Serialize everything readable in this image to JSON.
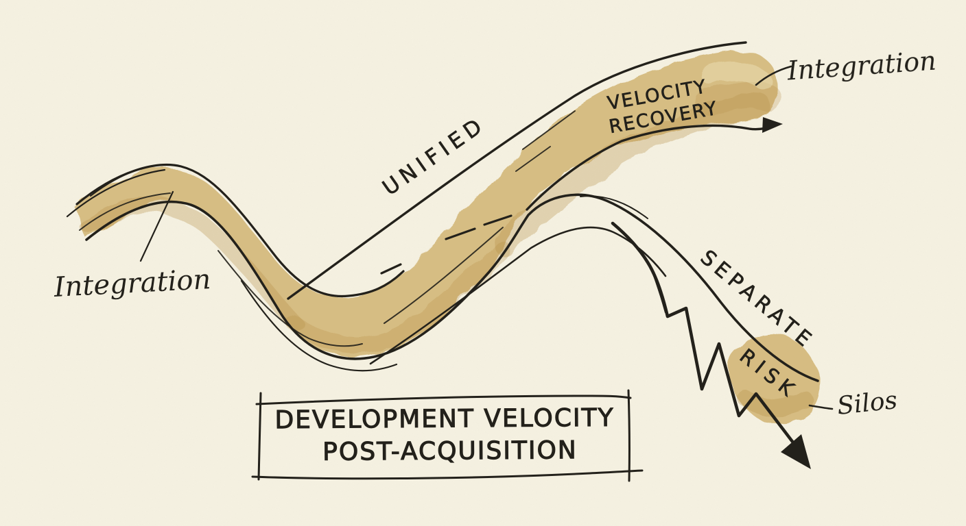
{
  "title_box": {
    "line1": "DEVELOPMENT VELOCITY",
    "line2": "POST-ACQUISITION"
  },
  "band_labels": {
    "unified": "UNIFIED",
    "velocity_line1": "VELOCITY",
    "velocity_line2": "RECOVERY"
  },
  "split_labels": {
    "separate": "SEPARATE",
    "risk": "RISK"
  },
  "annotations": {
    "integration_left": "Integration",
    "integration_right": "Integration",
    "silos": "Silos"
  },
  "colors": {
    "paper": "#f6f2e2",
    "ink": "#23211b",
    "watercolor": "#d3b779",
    "watercolor_dark": "#b28c42",
    "watercolor_light": "#ecdfb6"
  }
}
